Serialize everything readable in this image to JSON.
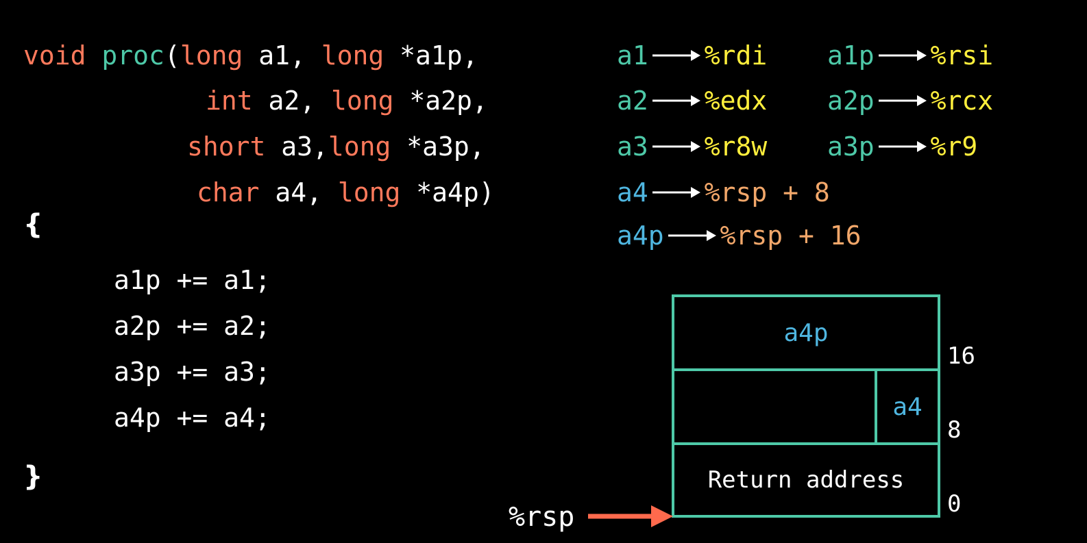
{
  "code": {
    "line1": {
      "kw1": "void",
      "fn": "proc",
      "paren": "(",
      "kw2": "long",
      "p1": " a1, ",
      "kw3": "long",
      "p2": " *a1p,"
    },
    "line2": {
      "kw1": "int",
      "p1": " a2, ",
      "kw2": "long",
      "p2": " *a2p,"
    },
    "line3": {
      "kw1": "short",
      "p1": " a3,",
      "kw2": "long",
      "p2": " *a3p,"
    },
    "line4": {
      "kw1": "char",
      "p1": " a4, ",
      "kw2": "long",
      "p2": " *a4p)"
    },
    "open_brace": "{",
    "body": [
      "a1p += a1;",
      "a2p += a2;",
      "a3p += a3;",
      "a4p += a4;"
    ],
    "close_brace": "}"
  },
  "mapping": [
    {
      "arg": "a1",
      "reg": "%rdi"
    },
    {
      "arg": "a1p",
      "reg": "%rsi"
    },
    {
      "arg": "a2",
      "reg": "%edx"
    },
    {
      "arg": "a2p",
      "reg": "%rcx"
    },
    {
      "arg": "a3",
      "reg": "%r8w"
    },
    {
      "arg": "a3p",
      "reg": "%r9"
    },
    {
      "arg": "a4",
      "reg": "%rsp + 8"
    },
    {
      "arg": "a4p",
      "reg": "%rsp + 16"
    }
  ],
  "stack": {
    "top_cell": "a4p",
    "mid_cell": "a4",
    "bottom_cell": "Return address",
    "offsets": [
      "16",
      "8",
      "0"
    ],
    "pointer_label": "%rsp"
  },
  "colors": {
    "keyword": "#ff7a5c",
    "function": "#4ec9a8",
    "register_arg": "#4ec9a8",
    "stack_arg": "#4fb6e0",
    "register": "#ffef3c",
    "stack_location": "#f2a76a",
    "frame_border": "#4ec9a8",
    "pointer_arrow": "#ff6a4d"
  }
}
